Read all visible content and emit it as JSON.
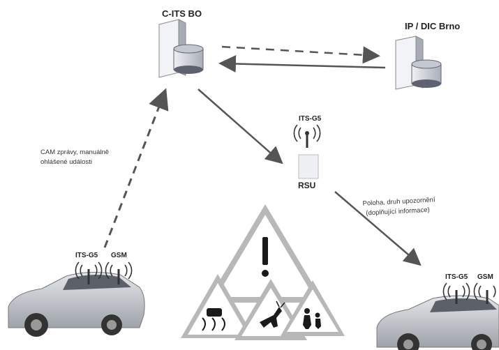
{
  "nodes": {
    "c_its_bo": "C-ITS BO",
    "ip_dic": "IP / DIC Brno",
    "rsu": "RSU",
    "rsu_its": "ITS-G5",
    "car_left_its": "ITS-G5",
    "car_left_gsm": "GSM",
    "car_right_its": "ITS-G5",
    "car_right_gsm": "GSM"
  },
  "notes": {
    "left_line1": "CAM zprávy, manuálně",
    "left_line2": "ohlášené události",
    "right_line1": "Poloha, druh upozornění",
    "right_line2": "(doplňující informace)"
  },
  "icons": [
    "server-icon",
    "antenna-icon",
    "car-icon",
    "warning-sign-icon",
    "slippery-road-icon",
    "deer-crossing-icon",
    "children-crossing-icon"
  ],
  "colors": {
    "arrow": "#555555",
    "server_body": "#d4d7de",
    "car_body": "#c9ccd1",
    "sign_border": "#b8b8b8"
  }
}
